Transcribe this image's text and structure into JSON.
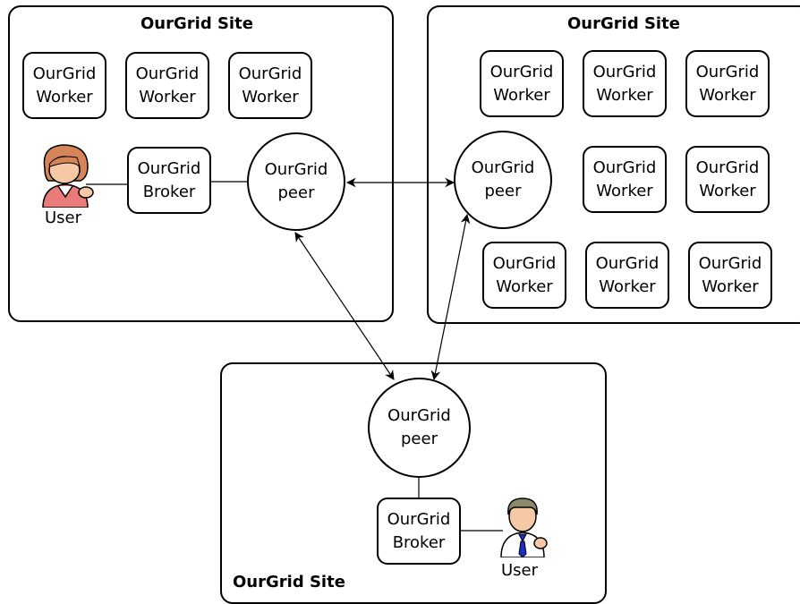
{
  "sites": [
    {
      "title": "OurGrid Site",
      "workers": [
        {
          "line1": "OurGrid",
          "line2": "Worker"
        },
        {
          "line1": "OurGrid",
          "line2": "Worker"
        },
        {
          "line1": "OurGrid",
          "line2": "Worker"
        }
      ],
      "broker": {
        "line1": "OurGrid",
        "line2": "Broker"
      },
      "peer": {
        "line1": "OurGrid",
        "line2": "peer"
      },
      "user": {
        "label": "User",
        "icon": "female-user-icon"
      }
    },
    {
      "title": "OurGrid Site",
      "workers": [
        {
          "line1": "OurGrid",
          "line2": "Worker"
        },
        {
          "line1": "OurGrid",
          "line2": "Worker"
        },
        {
          "line1": "OurGrid",
          "line2": "Worker"
        },
        {
          "line1": "OurGrid",
          "line2": "Worker"
        },
        {
          "line1": "OurGrid",
          "line2": "Worker"
        },
        {
          "line1": "OurGrid",
          "line2": "Worker"
        },
        {
          "line1": "OurGrid",
          "line2": "Worker"
        },
        {
          "line1": "OurGrid",
          "line2": "Worker"
        }
      ],
      "peer": {
        "line1": "OurGrid",
        "line2": "peer"
      }
    },
    {
      "title": "OurGrid Site",
      "broker": {
        "line1": "OurGrid",
        "line2": "Broker"
      },
      "peer": {
        "line1": "OurGrid",
        "line2": "peer"
      },
      "user": {
        "label": "User",
        "icon": "male-user-icon"
      }
    }
  ]
}
